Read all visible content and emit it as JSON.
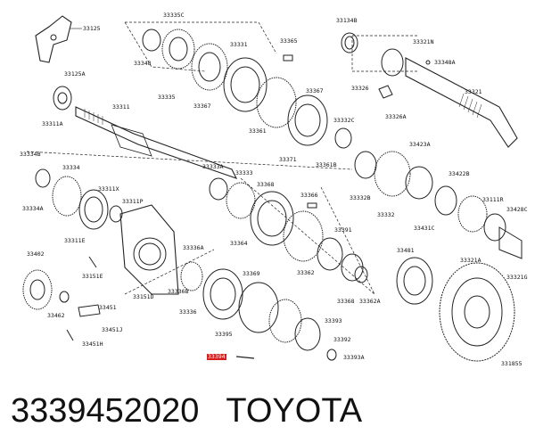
{
  "caption": {
    "part_number": "3339452020",
    "brand": "TOYOTA"
  },
  "diagram": {
    "ref_code": "331855",
    "highlighted_part": "33394",
    "labels": [
      {
        "id": "l1",
        "text": "33125"
      },
      {
        "id": "l2",
        "text": "33125A"
      },
      {
        "id": "l3",
        "text": "33335C"
      },
      {
        "id": "l4",
        "text": "33348"
      },
      {
        "id": "l5",
        "text": "33331"
      },
      {
        "id": "l6",
        "text": "33335"
      },
      {
        "id": "l7",
        "text": "33365"
      },
      {
        "id": "l8",
        "text": "33134B"
      },
      {
        "id": "l9",
        "text": "33321N"
      },
      {
        "id": "l10",
        "text": "33348A"
      },
      {
        "id": "l11",
        "text": "33311A"
      },
      {
        "id": "l12",
        "text": "33311"
      },
      {
        "id": "l13",
        "text": "33367"
      },
      {
        "id": "l14",
        "text": "33367"
      },
      {
        "id": "l15",
        "text": "33326"
      },
      {
        "id": "l16",
        "text": "33326A"
      },
      {
        "id": "l17",
        "text": "33321"
      },
      {
        "id": "l18",
        "text": "33332C"
      },
      {
        "id": "l19",
        "text": "33361"
      },
      {
        "id": "l20",
        "text": "33371"
      },
      {
        "id": "l21",
        "text": "33361B"
      },
      {
        "id": "l22",
        "text": "33423A"
      },
      {
        "id": "l23",
        "text": "33334B"
      },
      {
        "id": "l24",
        "text": "33334"
      },
      {
        "id": "l25",
        "text": "33333A"
      },
      {
        "id": "l26",
        "text": "33333"
      },
      {
        "id": "l27",
        "text": "33368"
      },
      {
        "id": "l28",
        "text": "33332B"
      },
      {
        "id": "l29",
        "text": "33422B"
      },
      {
        "id": "l30",
        "text": "33311X"
      },
      {
        "id": "l31",
        "text": "33334A"
      },
      {
        "id": "l32",
        "text": "33311P"
      },
      {
        "id": "l33",
        "text": "33366"
      },
      {
        "id": "l34",
        "text": "33332"
      },
      {
        "id": "l35",
        "text": "33431C"
      },
      {
        "id": "l36",
        "text": "33111R"
      },
      {
        "id": "l37",
        "text": "33428C"
      },
      {
        "id": "l38",
        "text": "33311E"
      },
      {
        "id": "l39",
        "text": "33391"
      },
      {
        "id": "l40",
        "text": "33364"
      },
      {
        "id": "l41",
        "text": "33336A"
      },
      {
        "id": "l42",
        "text": "33481"
      },
      {
        "id": "l43",
        "text": "33402"
      },
      {
        "id": "l44",
        "text": "33151E"
      },
      {
        "id": "l45",
        "text": "33362"
      },
      {
        "id": "l46",
        "text": "33321A"
      },
      {
        "id": "l47",
        "text": "33369"
      },
      {
        "id": "l48",
        "text": "33321G"
      },
      {
        "id": "l49",
        "text": "33151D"
      },
      {
        "id": "l50",
        "text": "33336B"
      },
      {
        "id": "l51",
        "text": "33368"
      },
      {
        "id": "l52",
        "text": "33362A"
      },
      {
        "id": "l53",
        "text": "33462"
      },
      {
        "id": "l54",
        "text": "33451"
      },
      {
        "id": "l55",
        "text": "33336"
      },
      {
        "id": "l56",
        "text": "33393"
      },
      {
        "id": "l57",
        "text": "33451J"
      },
      {
        "id": "l58",
        "text": "33395"
      },
      {
        "id": "l59",
        "text": "33392"
      },
      {
        "id": "l60",
        "text": "33451H"
      },
      {
        "id": "l61",
        "text": "33393A"
      }
    ]
  }
}
